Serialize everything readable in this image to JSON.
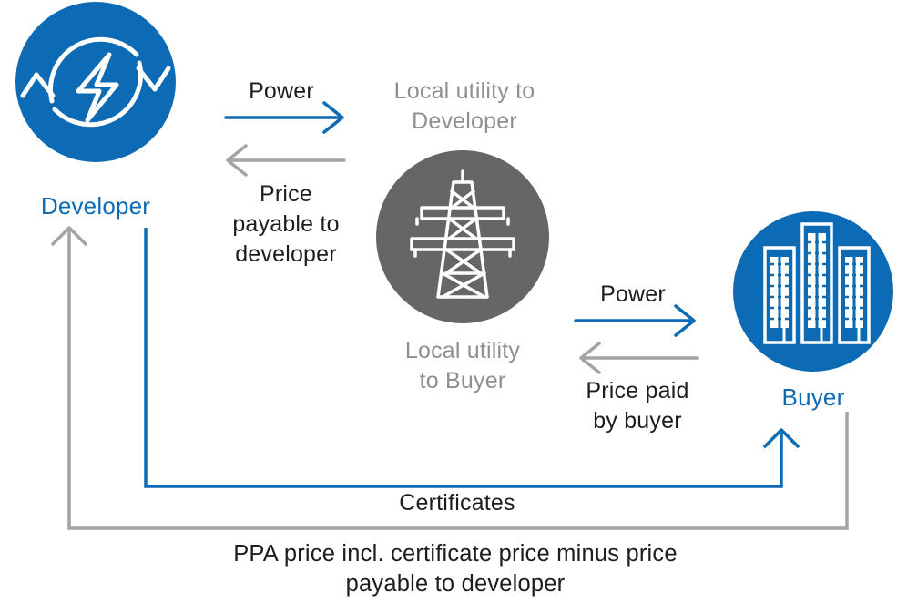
{
  "colors": {
    "blue": "#0d6bb5",
    "grey": "#a4a4a4",
    "dark_grey": "#666666",
    "text_dark": "#1d1d1b",
    "text_grey": "#8f8f8f"
  },
  "nodes": {
    "developer": {
      "label": "Developer",
      "icon": "lightning-cycle-icon"
    },
    "utility": {
      "icon": "power-tower-icon"
    },
    "buyer": {
      "label": "Buyer",
      "icon": "buildings-icon"
    }
  },
  "flows": {
    "power_top": "Power",
    "utility_to_developer": [
      "Local utility to",
      "Developer"
    ],
    "price_payable": [
      "Price",
      "payable to",
      "developer"
    ],
    "power_bottom": "Power",
    "utility_to_buyer": [
      "Local utility",
      "to Buyer"
    ],
    "price_paid": [
      "Price paid",
      "by buyer"
    ],
    "certificates": "Certificates",
    "ppa_price": [
      "PPA price incl. certificate price minus price",
      "payable to developer"
    ]
  }
}
